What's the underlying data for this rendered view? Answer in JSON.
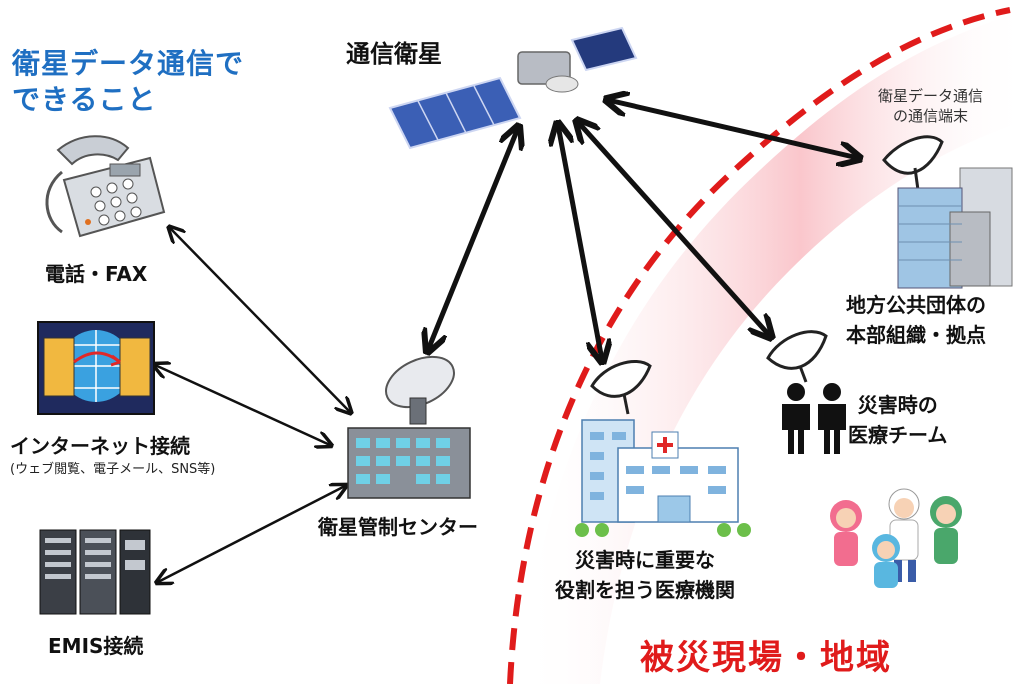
{
  "title": {
    "line1": "衛星データ通信で",
    "line2": "できること"
  },
  "satellite": {
    "label": "通信衛星"
  },
  "terminal": {
    "line1": "衛星データ通信",
    "line2": "の通信端末"
  },
  "phone_fax": {
    "label": "電話・FAX"
  },
  "internet": {
    "label": "インターネット接続",
    "sub": "(ウェブ閲覧、電子メール、SNS等)"
  },
  "emis": {
    "label": "EMIS接続"
  },
  "control_center": {
    "label": "衛星管制センター"
  },
  "local_gov": {
    "line1": "地方公共団体の",
    "line2": "本部組織・拠点"
  },
  "medical_team": {
    "line1": "災害時の",
    "line2": "医療チーム"
  },
  "hospital": {
    "line1": "災害時に重要な",
    "line2": "役割を担う医療機関"
  },
  "disaster_area": {
    "label": "被災現場・地域"
  },
  "colors": {
    "title": "#1f6fc2",
    "disaster": "#e01b1b",
    "arrow": "#111111"
  },
  "icons": {
    "satellite": "satellite-icon",
    "phone": "telephone-fax-icon",
    "internet": "internet-computers-icon",
    "server": "server-rack-icon",
    "center": "ground-station-icon",
    "dish": "satellite-dish-icon",
    "buildings": "office-buildings-icon",
    "team": "people-icon",
    "hospital": "hospital-icon",
    "children": "evacuees-icon"
  }
}
